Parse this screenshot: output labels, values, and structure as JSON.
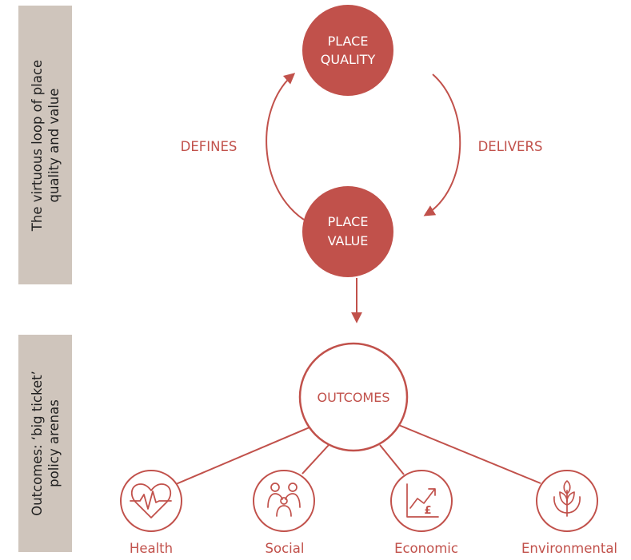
{
  "colors": {
    "accent": "#c1514b",
    "sidebar_bg": "#cfc5bc",
    "sidebar_text": "#1e1e1e"
  },
  "sidebar": {
    "top": {
      "line1": "The virtuous loop of place",
      "line2": "quality and value"
    },
    "bottom": {
      "line1": "Outcomes: ‘big ticket’",
      "line2": "policy arenas"
    }
  },
  "loop": {
    "place_quality": {
      "line1": "PLACE",
      "line2": "QUALITY"
    },
    "place_value": {
      "line1": "PLACE",
      "line2": "VALUE"
    },
    "left_label": "DEFINES",
    "right_label": "DELIVERS"
  },
  "outcomes": {
    "label": "OUTCOMES",
    "categories": [
      {
        "label": "Health",
        "icon": "heart-pulse-icon"
      },
      {
        "label": "Social",
        "icon": "people-icon"
      },
      {
        "label": "Economic",
        "icon": "pound-chart-icon"
      },
      {
        "label": "Environmental",
        "icon": "leaf-icon"
      }
    ]
  }
}
